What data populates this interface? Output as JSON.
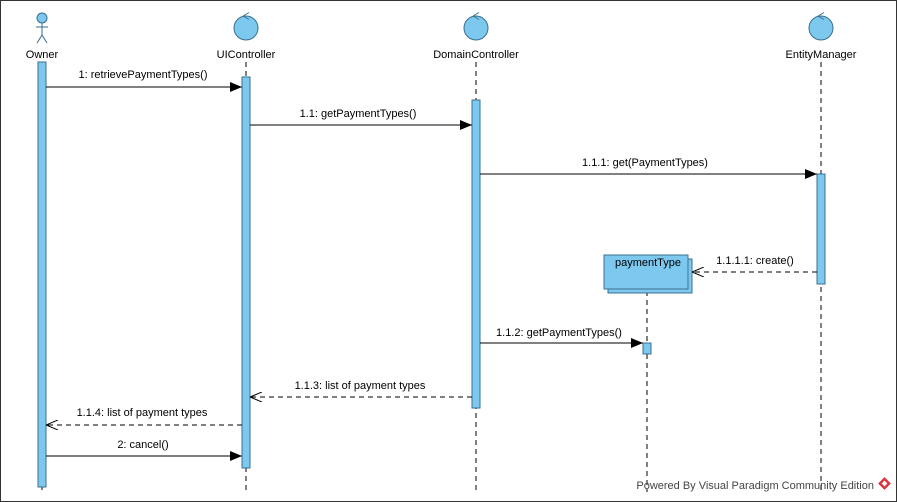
{
  "participants": [
    {
      "name": "Owner",
      "kind": "actor"
    },
    {
      "name": "UIController",
      "kind": "control"
    },
    {
      "name": "DomainController",
      "kind": "control"
    },
    {
      "name": "EntityManager",
      "kind": "control"
    }
  ],
  "created_object": {
    "name": "paymentType"
  },
  "messages": [
    {
      "label": "1: retrievePaymentTypes()",
      "style": "sync"
    },
    {
      "label": "1.1: getPaymentTypes()",
      "style": "sync"
    },
    {
      "label": "1.1.1: get(PaymentTypes)",
      "style": "sync"
    },
    {
      "label": "1.1.1.1: create()",
      "style": "create"
    },
    {
      "label": "1.1.2: getPaymentTypes()",
      "style": "sync"
    },
    {
      "label": "1.1.3: list of payment types",
      "style": "return"
    },
    {
      "label": "1.1.4: list of payment types",
      "style": "return"
    },
    {
      "label": "2: cancel()",
      "style": "sync"
    }
  ],
  "watermark": "Powered By Visual Paradigm Community Edition",
  "colors": {
    "fill": "#7dc8ef",
    "stroke": "#3a6f8f",
    "line": "#000000",
    "frame": "#333333",
    "logo": "#d9363e"
  }
}
